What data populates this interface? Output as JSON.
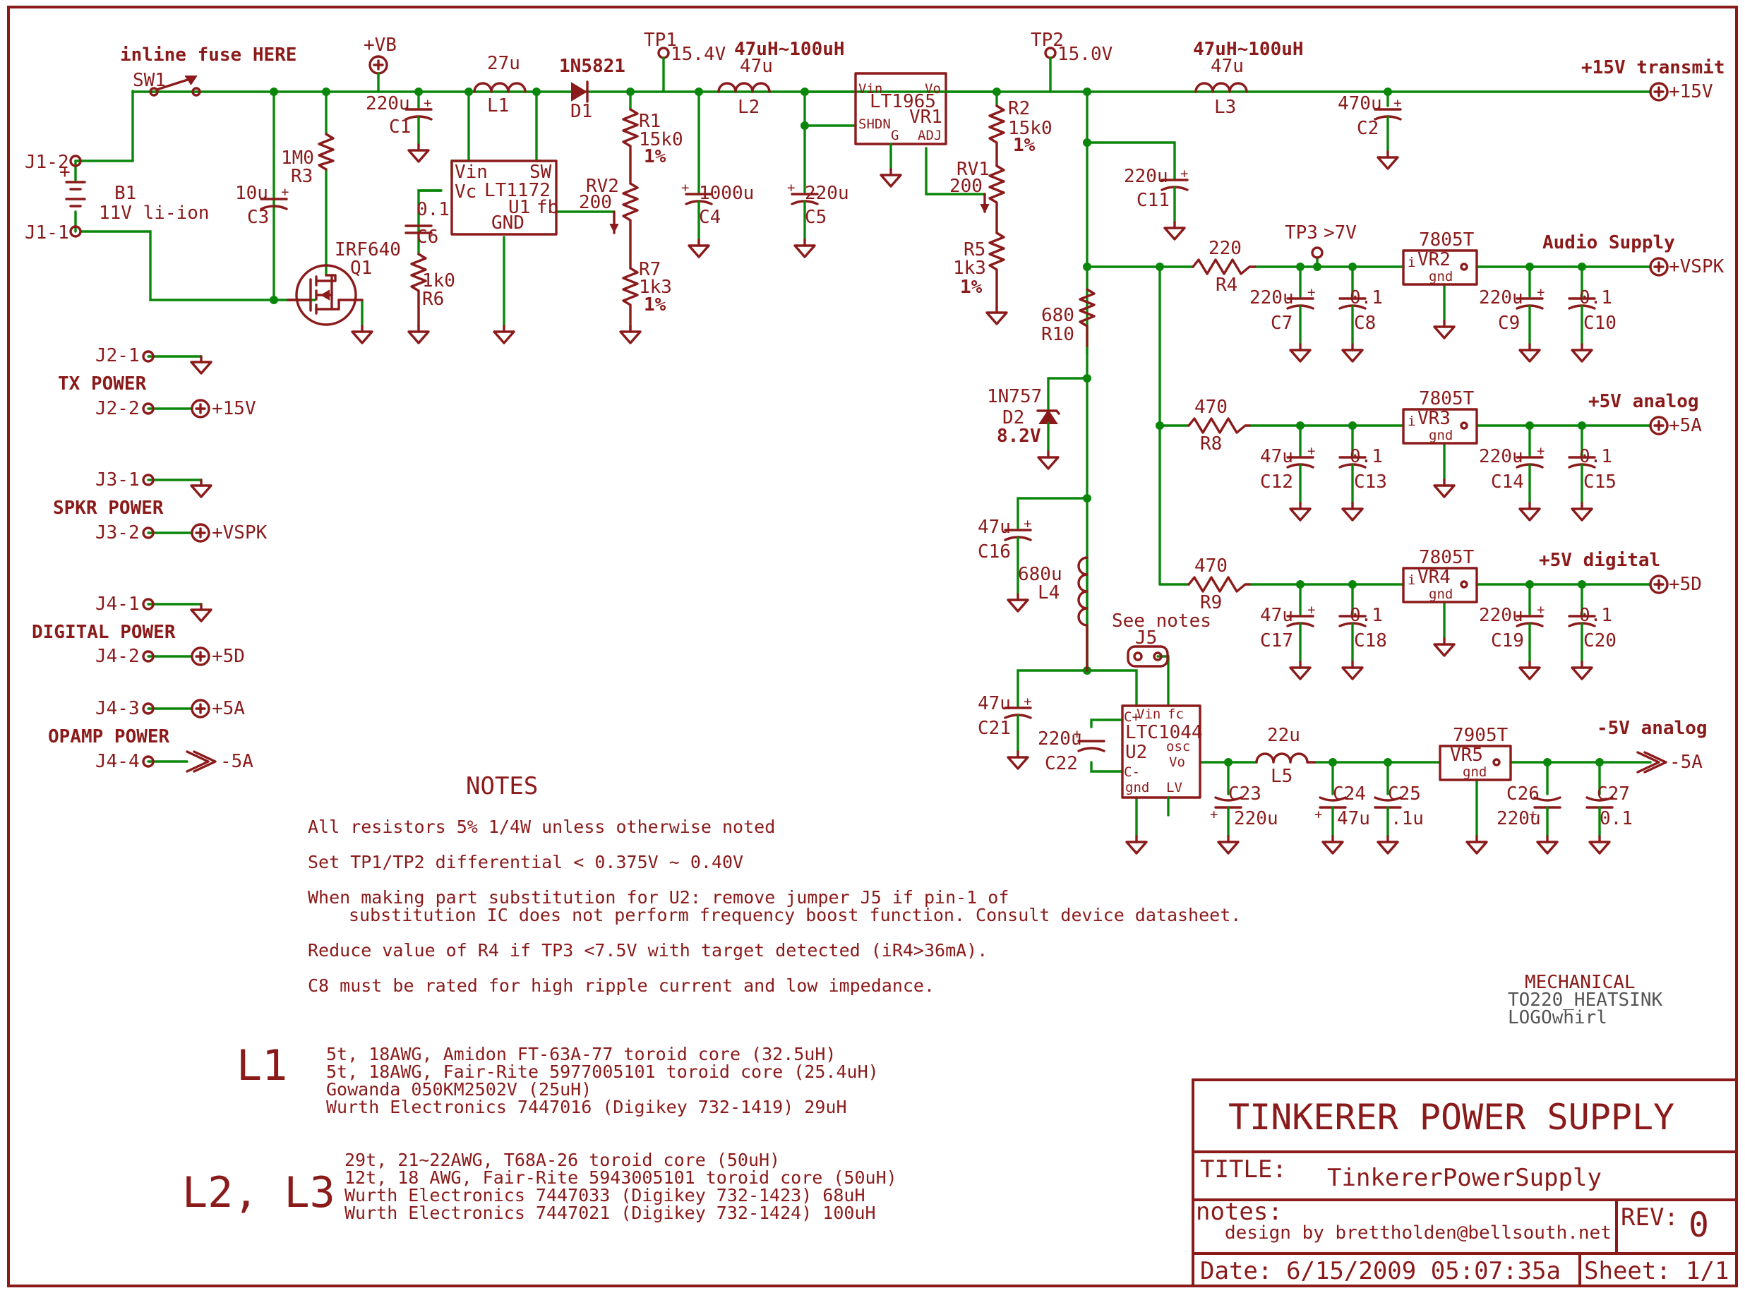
{
  "schematic": {
    "switch": {
      "ref": "SW1",
      "note": "inline fuse HERE"
    },
    "battery": {
      "ref": "B1",
      "value": "11V li-ion",
      "conn_top": "J1-2",
      "conn_bot": "J1-1"
    },
    "c3": {
      "value": "10u",
      "ref": "C3"
    },
    "r3": {
      "value": "1M0",
      "ref": "R3"
    },
    "q1": {
      "value": "IRF640",
      "ref": "Q1"
    },
    "vb": "+VB",
    "c1": {
      "value": "220u",
      "ref": "C1"
    },
    "l1": {
      "value": "27u",
      "ref": "L1"
    },
    "d1": {
      "value": "1N5821",
      "ref": "D1"
    },
    "u1": {
      "part": "LT1172",
      "ref": "U1",
      "pin_vin": "Vin",
      "pin_sw": "SW",
      "pin_vc": "Vc",
      "pin_fb": "fb",
      "pin_gnd": "GND"
    },
    "c6": {
      "value": "0.1",
      "ref": "C6"
    },
    "r6": {
      "value": "1k0",
      "ref": "R6"
    },
    "tp1": {
      "ref": "TP1",
      "value": "15.4V"
    },
    "r1": {
      "ref": "R1",
      "value": "15k0",
      "tol": "1%"
    },
    "rv2": {
      "ref": "RV2",
      "value": "200"
    },
    "r7": {
      "ref": "R7",
      "value": "1k3",
      "tol": "1%"
    },
    "c4": {
      "value": "1000u",
      "ref": "C4"
    },
    "l2": {
      "header": "47uH~100uH",
      "value": "47u",
      "ref": "L2"
    },
    "c5": {
      "value": "220u",
      "ref": "C5"
    },
    "vr1": {
      "part": "LT1965",
      "ref": "VR1",
      "pin_vin": "Vin",
      "pin_vo": "Vo",
      "pin_shdn": "SHDN",
      "pin_g": "G",
      "pin_adj": "ADJ"
    },
    "tp2": {
      "ref": "TP2",
      "value": "15.0V"
    },
    "r2": {
      "ref": "R2",
      "value": "15k0",
      "tol": "1%"
    },
    "rv1": {
      "ref": "RV1",
      "value": "200"
    },
    "r5": {
      "ref": "R5",
      "value": "1k3",
      "tol": "1%"
    },
    "l3": {
      "header": "47uH~100uH",
      "value": "47u",
      "ref": "L3"
    },
    "c2": {
      "value": "470u",
      "ref": "C2"
    },
    "out_tx": {
      "label": "+15V transmit",
      "net": "+15V"
    },
    "c11": {
      "value": "220u",
      "ref": "C11"
    },
    "r4": {
      "value": "220",
      "ref": "R4"
    },
    "tp3": {
      "ref": "TP3",
      "value": ">7V"
    },
    "vr2": {
      "part": "7805T",
      "ref": "VR2"
    },
    "audio": {
      "label": "Audio Supply",
      "net": "+VSPK"
    },
    "c7": {
      "value": "220u",
      "ref": "C7"
    },
    "c8": {
      "value": "0.1",
      "ref": "C8"
    },
    "c9": {
      "value": "220u",
      "ref": "C9"
    },
    "c10": {
      "value": "0.1",
      "ref": "C10"
    },
    "r10": {
      "value": "680",
      "ref": "R10"
    },
    "d2": {
      "part": "1N757",
      "ref": "D2",
      "value": "8.2V"
    },
    "r8": {
      "value": "470",
      "ref": "R8"
    },
    "vr3": {
      "part": "7805T",
      "ref": "VR3"
    },
    "analog": {
      "label": "+5V analog",
      "net": "+5A"
    },
    "c12": {
      "value": "47u",
      "ref": "C12"
    },
    "c13": {
      "value": "0.1",
      "ref": "C13"
    },
    "c14": {
      "value": "220u",
      "ref": "C14"
    },
    "c15": {
      "value": "0.1",
      "ref": "C15"
    },
    "c16": {
      "value": "47u",
      "ref": "C16"
    },
    "l4": {
      "value": "680u",
      "ref": "L4"
    },
    "r9": {
      "value": "470",
      "ref": "R9"
    },
    "vr4": {
      "part": "7805T",
      "ref": "VR4"
    },
    "digital": {
      "label": "+5V digital",
      "net": "+5D"
    },
    "c17": {
      "value": "47u",
      "ref": "C17"
    },
    "c18": {
      "value": "0.1",
      "ref": "C18"
    },
    "c19": {
      "value": "220u",
      "ref": "C19"
    },
    "c20": {
      "value": "0.1",
      "ref": "C20"
    },
    "see_notes": "See notes",
    "j5": "J5",
    "c21": {
      "value": "47u",
      "ref": "C21"
    },
    "c22": {
      "value": "220u",
      "ref": "C22"
    },
    "u2": {
      "part": "LTC1044",
      "ref": "U2",
      "pin_vin": "Vin",
      "pin_fc": "fc",
      "pin_cp": "C+",
      "pin_cm": "C-",
      "pin_osc": "osc",
      "pin_vo": "Vo",
      "pin_gnd": "gnd",
      "pin_lv": "LV"
    },
    "l5": {
      "value": "22u",
      "ref": "L5"
    },
    "c23": {
      "value": "220u",
      "ref": "C23"
    },
    "c24": {
      "value": "47u",
      "ref": "C24"
    },
    "c25": {
      "value": ".1u",
      "ref": "C25"
    },
    "vr5": {
      "part": "7905T",
      "ref": "VR5"
    },
    "c26": {
      "value": "220u",
      "ref": "C26"
    },
    "c27": {
      "value": "0.1",
      "ref": "C27"
    },
    "neg": {
      "label": "-5V analog",
      "net": "-5A"
    },
    "gnd_pin": "gnd",
    "reg_pin_i": "i"
  },
  "connectors": {
    "j2_1": "J2-1",
    "j2_2": "J2-2",
    "tx_power": "TX POWER",
    "p15v": "+15V",
    "j3_1": "J3-1",
    "j3_2": "J3-2",
    "spkr_power": "SPKR POWER",
    "vspk": "+VSPK",
    "j4_1": "J4-1",
    "j4_2": "J4-2",
    "digital_power": "DIGITAL POWER",
    "p5d": "+5D",
    "j4_3": "J4-3",
    "p5a": "+5A",
    "opamp_power": "OPAMP POWER",
    "j4_4": "J4-4",
    "m5a": "-5A"
  },
  "notes": {
    "heading": "NOTES",
    "n1": "All resistors 5% 1/4W unless otherwise noted",
    "n2": "Set TP1/TP2 differential < 0.375V ~ 0.40V",
    "n3a": "When making part substitution for U2: remove jumper J5 if pin-1 of",
    "n3b": "substitution IC does not perform frequency boost function. Consult device datasheet.",
    "n4": "Reduce value of R4 if TP3 <7.5V with target detected (iR4>36mA).",
    "n5": "C8 must be rated for high ripple current and low impedance."
  },
  "mechanical": {
    "heading": "MECHANICAL",
    "item1": "TO220_HEATSINK",
    "item2": "LOGOwhirl"
  },
  "l1_options": {
    "label": "L1",
    "lines": [
      "5t, 18AWG, Amidon FT-63A-77 toroid core (32.5uH)",
      "5t, 18AWG, Fair-Rite 5977005101 toroid core (25.4uH)",
      "Gowanda 050KM2502V (25uH)",
      "Wurth Electronics 7447016 (Digikey 732-1419) 29uH"
    ]
  },
  "l23_options": {
    "label": "L2, L3",
    "lines": [
      "29t, 21~22AWG, T68A-26 toroid core (50uH)",
      "12t, 18 AWG, Fair-Rite 5943005101 toroid core (50uH)",
      "Wurth Electronics 7447033 (Digikey 732-1423) 68uH",
      "Wurth Electronics 7447021 (Digikey 732-1424) 100uH"
    ]
  },
  "title_block": {
    "heading": "TINKERER POWER SUPPLY",
    "title_label": "TITLE:",
    "title": "TinkererPowerSupply",
    "notes_label": "notes:",
    "notes_text": "design by brettholden@bellsouth.net",
    "rev_label": "REV:",
    "rev": "0",
    "date_label": "Date:",
    "date": "6/15/2009 05:07:35a",
    "sheet_label": "Sheet:",
    "sheet": "1/1"
  }
}
